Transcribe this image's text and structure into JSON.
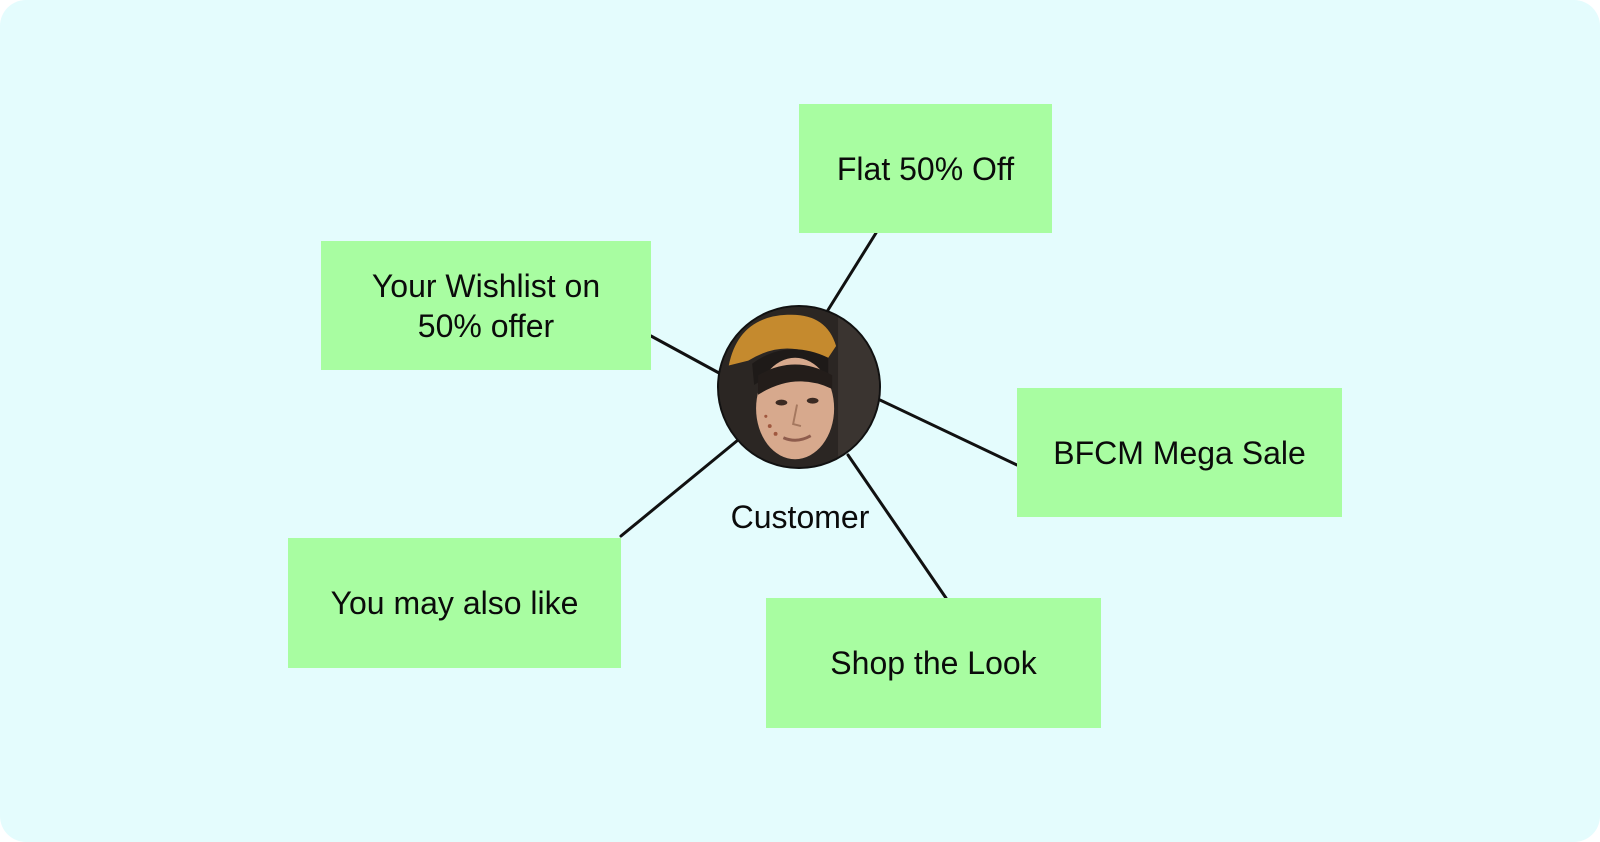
{
  "center": {
    "label": "Customer",
    "icon": "customer-avatar-icon"
  },
  "nodes": {
    "flat_off": "Flat 50% Off",
    "wishlist": "Your Wishlist on 50% offer",
    "bfcm": "BFCM Mega Sale",
    "also_like": "You may also like",
    "shop_look": "Shop the Look"
  },
  "colors": {
    "background": "#e4fcfd",
    "node_fill": "#a8fda1",
    "connector": "#111111"
  }
}
